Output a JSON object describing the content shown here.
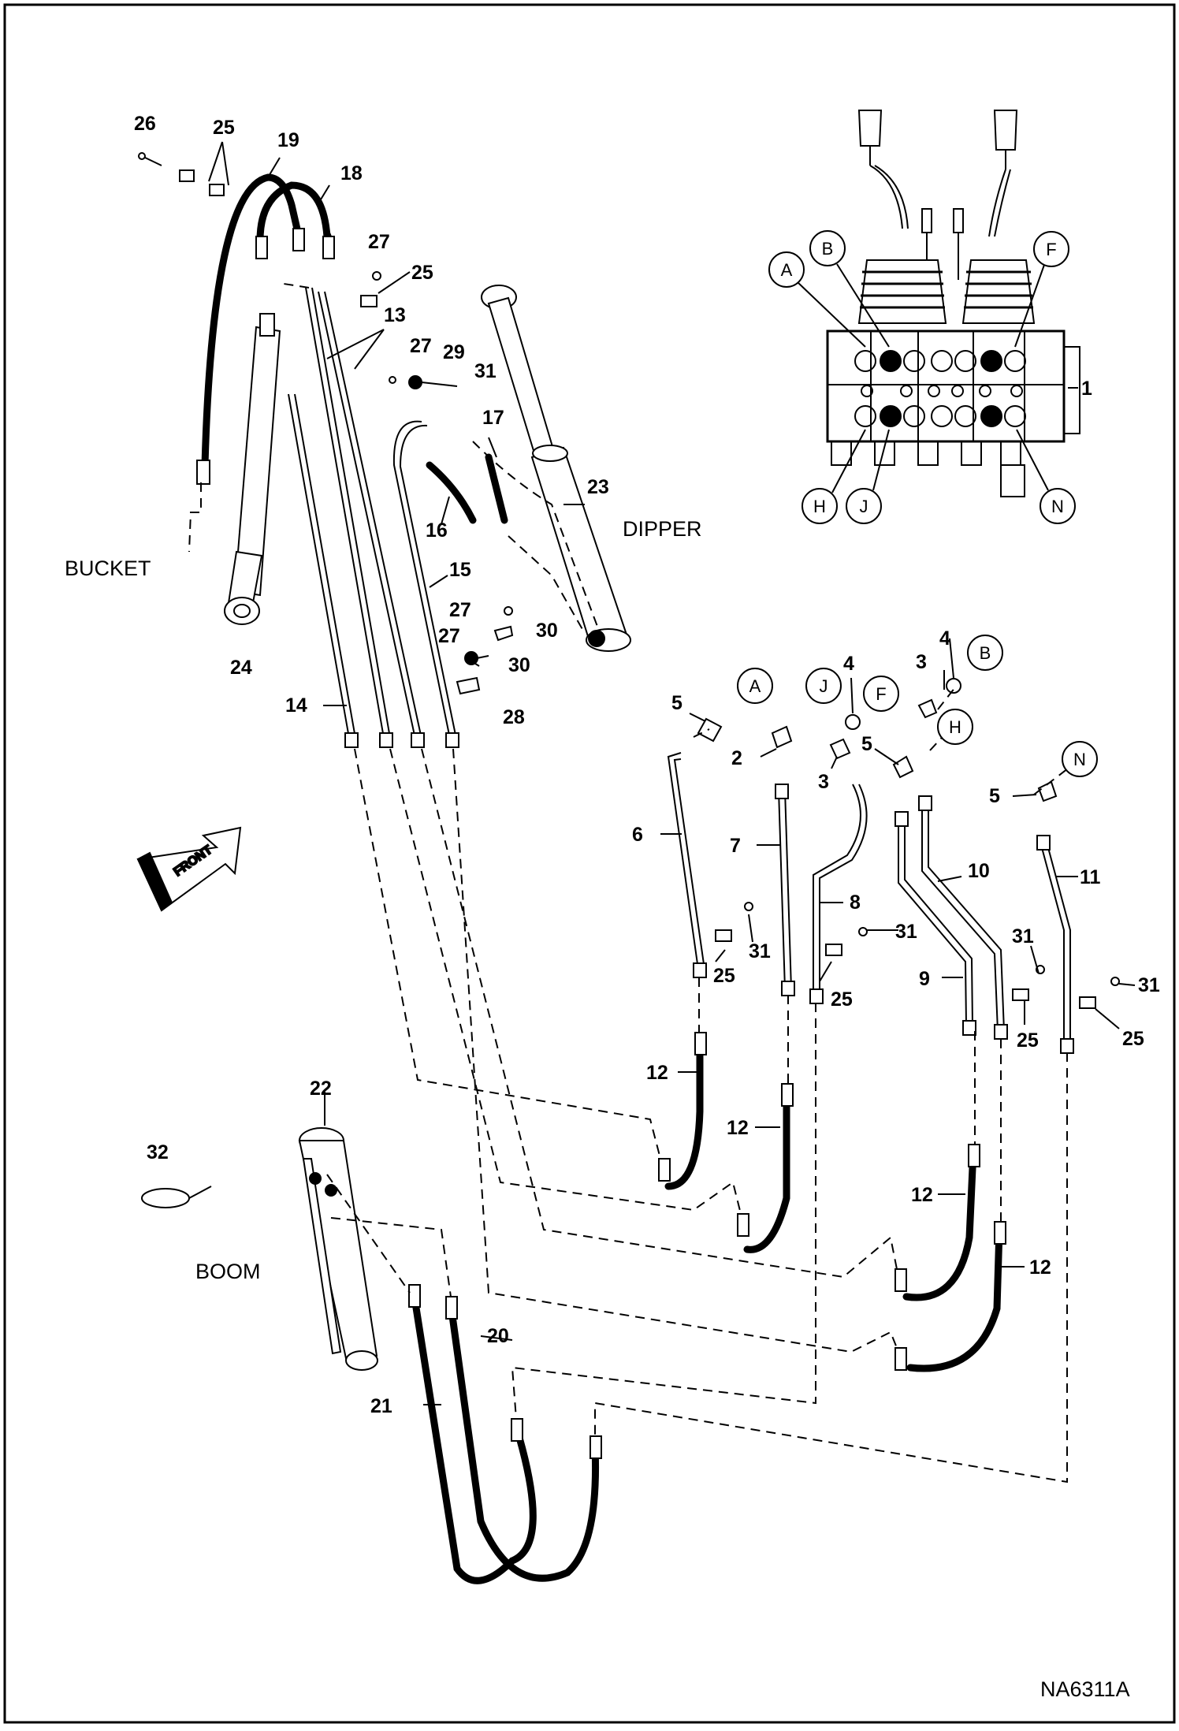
{
  "figure_code": "NA6311A",
  "words": {
    "bucket": "BUCKET",
    "dipper": "DIPPER",
    "boom": "BOOM",
    "front": "FRONT"
  },
  "port_callouts": [
    "A",
    "B",
    "F",
    "H",
    "J",
    "N"
  ],
  "part_numbers": [
    "1",
    "2",
    "3",
    "4",
    "5",
    "6",
    "7",
    "8",
    "9",
    "10",
    "11",
    "12",
    "13",
    "14",
    "15",
    "16",
    "17",
    "18",
    "19",
    "20",
    "21",
    "22",
    "23",
    "24",
    "25",
    "26",
    "27",
    "28",
    "29",
    "30",
    "31",
    "32"
  ],
  "colors": {
    "line": "#000000",
    "background": "#ffffff",
    "border": "#000000"
  }
}
